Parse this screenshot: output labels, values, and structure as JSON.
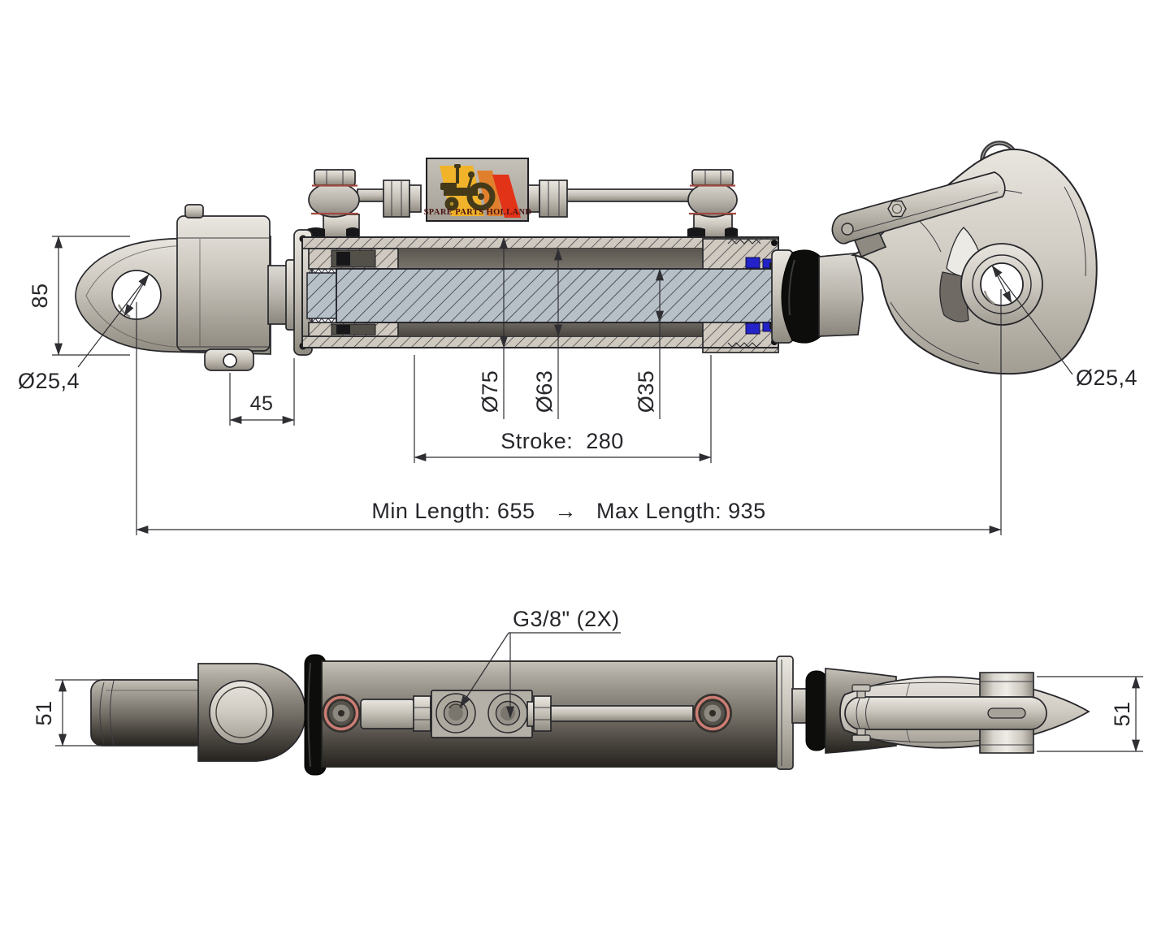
{
  "logo": {
    "brand": "SPARE PARTS HOLLAND"
  },
  "side_view": {
    "dim_yoke_height": "85",
    "dim_yoke_bore": "Ø25,4",
    "dim_pin_offset": "45",
    "dim_cylinder_od": "Ø75",
    "dim_cylinder_bore": "Ø63",
    "dim_rod_od": "Ø35",
    "dim_stroke": "Stroke:  280",
    "dim_length_range": "Min Length: 655   →   Max Length: 935",
    "dim_hook_bore": "Ø25,4"
  },
  "plan_view": {
    "dim_port_thread": "G3/8\" (2X)",
    "dim_yoke_width": "51",
    "dim_hook_width": "51"
  },
  "colors": {
    "line": "#2e2e33",
    "hatch_steel": "#cfc9c0",
    "hatch_rod": "#b7c0c7",
    "seal_blue": "#2323c9",
    "oring_red": "#cb7d74",
    "stripe_yellow": "#f0b32a",
    "stripe_orange": "#e0802c",
    "stripe_red": "#e23217"
  }
}
